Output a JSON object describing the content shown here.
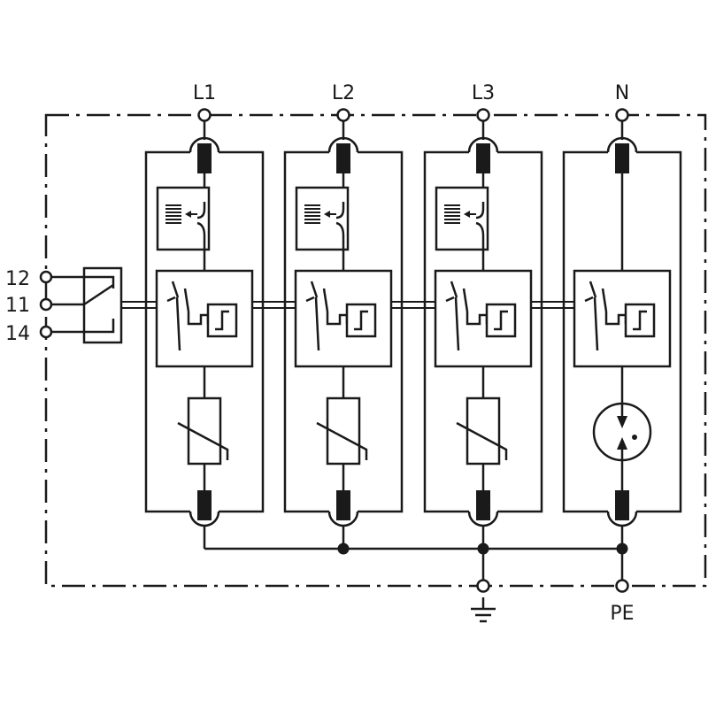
{
  "terminals_top": [
    "L1",
    "L2",
    "L3",
    "N"
  ],
  "terminals_left": [
    "12",
    "11",
    "14"
  ],
  "terminal_pe": "PE",
  "colors": {
    "line": "#1a1a1a",
    "background": "#ffffff"
  },
  "icons": {
    "modules": [
      "thermal-disconnector-icon",
      "switch-indicator-icon",
      "varistor-icon",
      "spark-gap-icon",
      "fuse-icon",
      "ground-icon"
    ]
  }
}
